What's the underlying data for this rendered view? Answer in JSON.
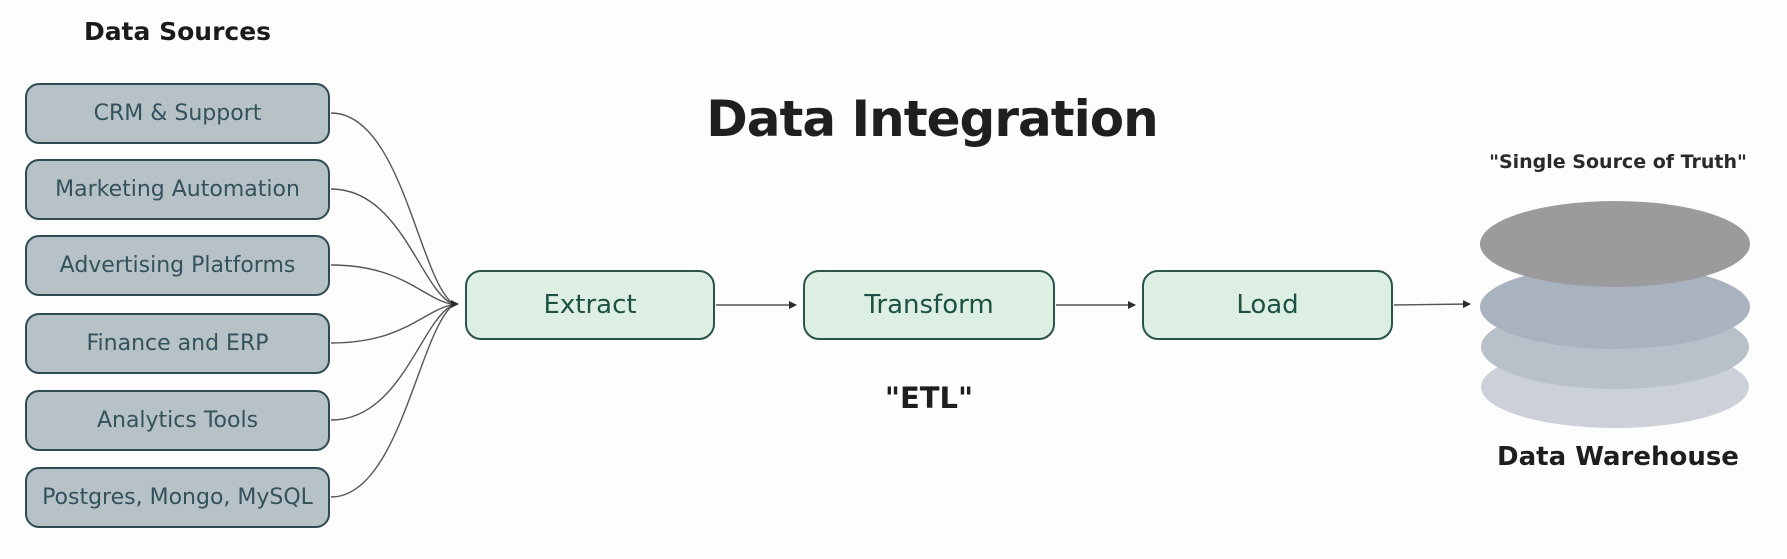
{
  "title": "Data Integration",
  "sources": {
    "heading": "Data Sources",
    "items": [
      "CRM & Support",
      "Marketing Automation",
      "Advertising Platforms",
      "Finance and ERP",
      "Analytics Tools",
      "Postgres, Mongo, MySQL"
    ]
  },
  "pipeline": {
    "steps": [
      "Extract",
      "Transform",
      "Load"
    ],
    "caption": "\"ETL\""
  },
  "warehouse": {
    "quote": "\"Single Source of Truth\"",
    "label": "Data Warehouse",
    "disk_colors": [
      "#ccd1d9",
      "#b8c0ca",
      "#a9b2bf",
      "#9b9b9d"
    ]
  },
  "colors": {
    "source_fill": "#b7c2c7",
    "source_border": "#2e4a52",
    "source_text": "#33525c",
    "pipeline_fill": "#dcefe2",
    "pipeline_border": "#2a5349",
    "pipeline_text": "#1d5145",
    "heading_text": "#1f1f1f",
    "connector_line": "#555555",
    "arrowhead": "#2b2b2b"
  }
}
